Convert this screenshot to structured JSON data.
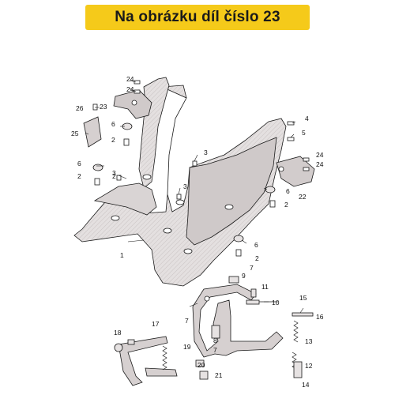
{
  "banner": {
    "text": "Na obrázku díl číslo 23",
    "color": "#f5ca1a"
  },
  "diagram": {
    "part_color": "#d8d3d3",
    "line_color": "#1a1a1a",
    "callouts": [
      "1",
      "2",
      "2",
      "2",
      "2",
      "2",
      "3",
      "3",
      "3",
      "4",
      "5",
      "6",
      "6",
      "6",
      "6",
      "7",
      "7",
      "7",
      "8",
      "9",
      "10",
      "11",
      "12",
      "13",
      "14",
      "15",
      "16",
      "17",
      "18",
      "19",
      "20",
      "21",
      "22",
      "23",
      "24",
      "24",
      "24",
      "24",
      "25",
      "26"
    ]
  }
}
